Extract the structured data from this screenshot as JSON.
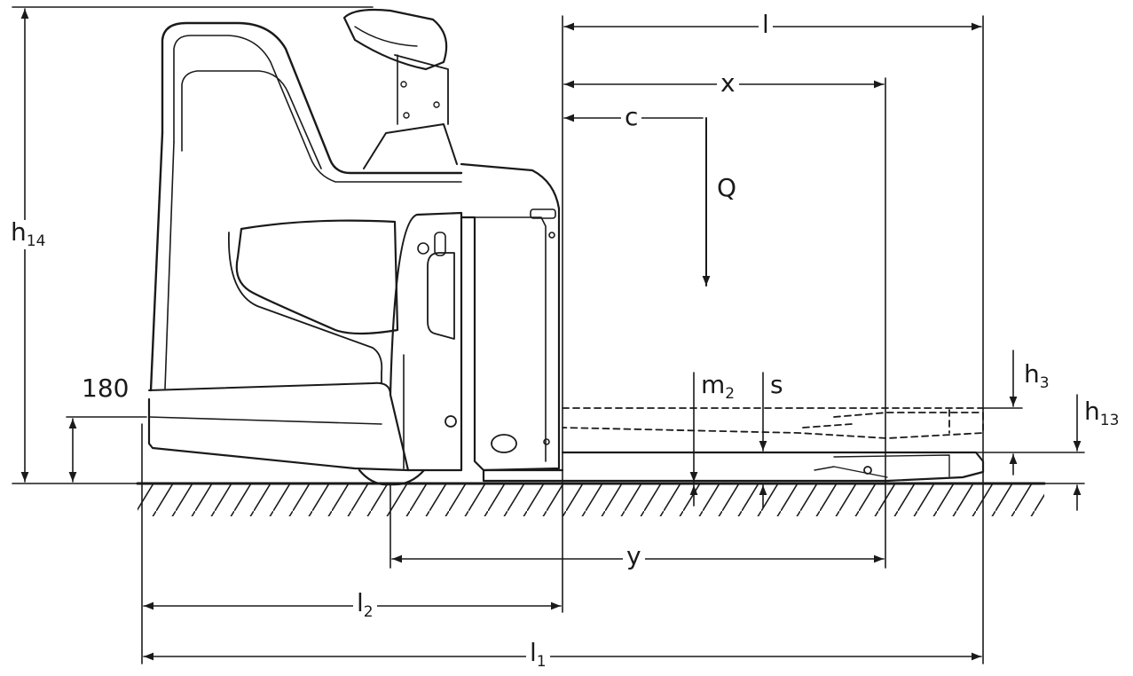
{
  "diagram": {
    "labels": {
      "l": "l",
      "x": "x",
      "c": "c",
      "Q": "Q",
      "h14_main": "h",
      "h14_sub": "14",
      "v180": "180",
      "m2_main": "m",
      "m2_sub": "2",
      "s": "s",
      "h3_main": "h",
      "h3_sub": "3",
      "h13_main": "h",
      "h13_sub": "13",
      "y": "y",
      "l2_main": "l",
      "l2_sub": "2",
      "l1_main": "l",
      "l1_sub": "1"
    },
    "colors": {
      "ink": "#1a1a1a",
      "background": "#ffffff"
    }
  }
}
